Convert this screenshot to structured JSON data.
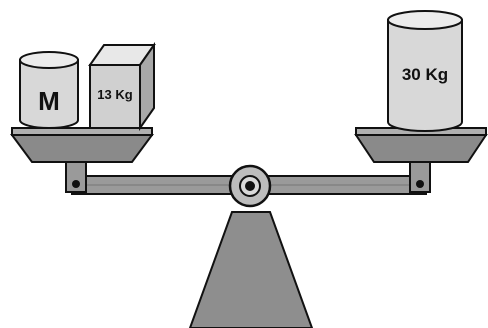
{
  "left_pan": {
    "cylinder_label": "M",
    "box_label": "13 Kg"
  },
  "right_pan": {
    "cylinder_label": "30 Kg"
  },
  "colors": {
    "outline": "#111111",
    "cylinder_side": "#d8d8d8",
    "cylinder_top": "#ececec",
    "box_front": "#d0d0d0",
    "box_top": "#e8e8e8",
    "box_side": "#a8a8a8",
    "pan": "#8a8a8a",
    "pan_top": "#b0b0b0",
    "beam": "#9a9a9a",
    "stand": "#8e8e8e",
    "pivot": "#bdbdbd"
  }
}
